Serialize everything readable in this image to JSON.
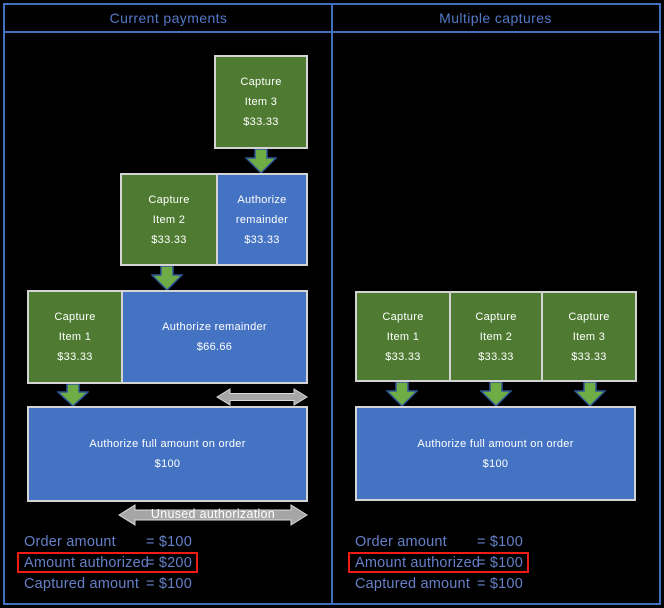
{
  "header": {
    "left_title": "Current payments",
    "right_title": "Multiple captures"
  },
  "left_panel": {
    "capture3_box": "Capture\nItem 3\n$33.33",
    "capture2_box": "Capture\nItem 2\n$33.33",
    "authorize_remainder_33_box": "Authorize\nremainder\n$33.33",
    "capture1_box": "Capture\nItem 1\n$33.33",
    "authorize_remainder_66_box": "Authorize remainder\n$66.66",
    "authorize_full_box": "Authorize full amount on order\n$100",
    "unused_authorization_label": "Unused authorization",
    "summary": [
      {
        "label": "Order amount",
        "value": "= $100"
      },
      {
        "label": "Amount authorized",
        "value": "= $200"
      },
      {
        "label": "Captured amount",
        "value": "= $100"
      }
    ]
  },
  "right_panel": {
    "capture_boxes": [
      "Capture\nItem 1\n$33.33",
      "Capture\nItem 2\n$33.33",
      "Capture\nItem 3\n$33.33"
    ],
    "authorize_full_box": "Authorize full amount on order\n$100",
    "summary": [
      {
        "label": "Order amount",
        "value": "= $100"
      },
      {
        "label": "Amount authorized",
        "value": "= $100"
      },
      {
        "label": "Captured amount",
        "value": "= $100"
      }
    ]
  },
  "colors": {
    "green_box": "#4E7B31",
    "blue_box": "#4573C4",
    "green_arrow_fill": "#6FAC46",
    "green_arrow_stroke": "#2E5596",
    "gray_arrow_fill": "#A6A6A6",
    "gray_arrow_stroke": "#D9D9D9",
    "border_blue": "#4070BE",
    "summary_text_blue": "#6580C8",
    "highlight_red": "#F01B14",
    "box_border_gray": "#D4D4D4"
  }
}
